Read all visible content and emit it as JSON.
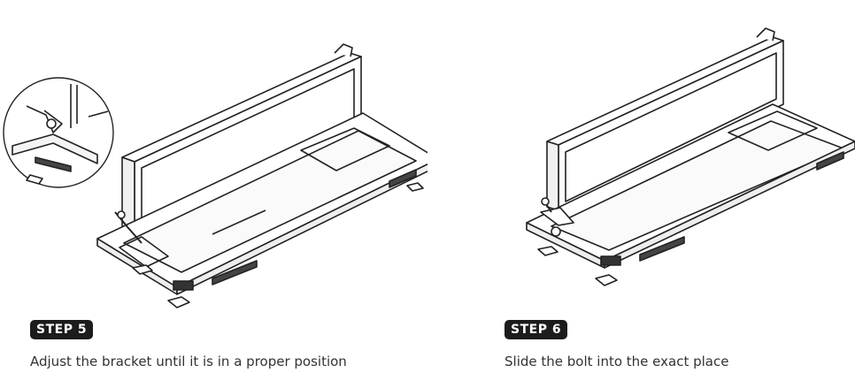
{
  "steps": [
    {
      "label": "STEP 5",
      "description": "Adjust the bracket until it is in a proper position",
      "illustration_icon": "frame-bracket-detail-icon"
    },
    {
      "label": "STEP 6",
      "description": "Slide the bolt into the exact place",
      "illustration_icon": "frame-bolt-icon"
    }
  ],
  "colors": {
    "badge_bg": "#1c1c1c",
    "badge_text": "#ffffff",
    "line_art": "#222222"
  }
}
